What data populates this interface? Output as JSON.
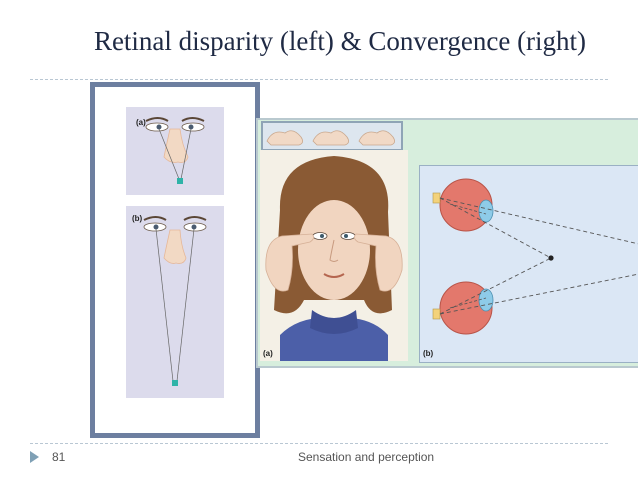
{
  "slide": {
    "title": "Retinal disparity (left) & Convergence (right)",
    "page_number": "81",
    "footer": "Sensation and perception"
  },
  "figure_left": {
    "panel_a_label": "(a)",
    "panel_b_label": "(b)"
  },
  "figure_right": {
    "panel_a_label": "(a)",
    "panel_b_label": "(b)"
  },
  "colors": {
    "title": "#1f2a44",
    "frame": "#6d7fa0",
    "panel_bg": "#dcdbec",
    "right_bg": "#d7eedd",
    "eye_panel_bg": "#dbe7f5",
    "target": "#2fb3a8",
    "divider": "#b9c7d3"
  }
}
